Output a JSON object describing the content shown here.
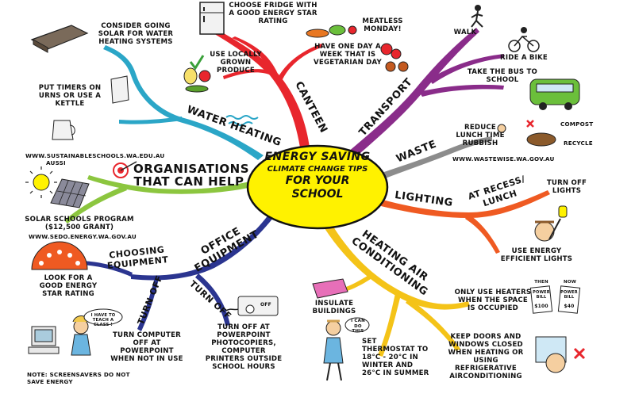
{
  "center": {
    "title": "ENERGY SAVING",
    "subtitle": "CLIMATE CHANGE TIPS",
    "line3": "FOR YOUR",
    "line4": "SCHOOL"
  },
  "branches": {
    "canteen": {
      "label": "CANTEEN",
      "tips": [
        "CHOOSE FRIDGE WITH A GOOD ENERGY STAR RATING",
        "MEATLESS MONDAY!",
        "HAVE ONE DAY A WEEK THAT IS VEGETARIAN DAY",
        "USE LOCALLY GROWN PRODUCE"
      ]
    },
    "transport": {
      "label": "TRANSPORT",
      "tips": [
        "WALK",
        "RIDE A BIKE",
        "TAKE THE BUS TO SCHOOL"
      ]
    },
    "waste": {
      "label": "WASTE",
      "tips": [
        "REDUCE LUNCH TIME RUBBISH",
        "COMPOST",
        "RECYCLE"
      ],
      "website": "WWW.WASTEWISE.WA.GOV.AU"
    },
    "lighting": {
      "label": "LIGHTING",
      "sub_label": "AT RECESS/ LUNCH",
      "tips": [
        "TURN OFF LIGHTS",
        "USE ENERGY EFFICIENT LIGHTS"
      ]
    },
    "heating": {
      "label": "HEATING AIR CONDITIONING",
      "tips": [
        "ONLY USE HEATERS WHEN THE SPACE IS OCCUPIED",
        "INSULATE BUILDINGS",
        "SET THERMOSTAT TO 18°C - 20°C IN WINTER AND 26°C IN SUMMER",
        "KEEP DOORS AND WINDOWS CLOSED WHEN HEATING OR USING REFRIGERATIVE AIRCONDITIONING"
      ],
      "bubble": "I CAN DO THIS",
      "bill_then": "THEN",
      "bill_now": "NOW",
      "bill_word": "POWER BILL",
      "bill_then_amount": "$100",
      "bill_now_amount": "$40"
    },
    "office": {
      "label": "OFFICE EQUIPMENT",
      "choosing": "CHOOSING EQUIPMENT",
      "turn_off": "TURN OFF",
      "tips": [
        "LOOK FOR A GOOD ENERGY STAR RATING",
        "TURN COMPUTER OFF AT POWERPOINT WHEN NOT IN USE",
        "TURN OFF AT POWERPOINT PHOTOCOPIERS, COMPUTER PRINTERS OUTSIDE SCHOOL HOURS"
      ],
      "note": "NOTE: SCREENSAVERS DO NOT SAVE ENERGY",
      "bubble": "I HAVE TO TEACH A CLASS !",
      "switch_label": "OFF"
    },
    "organisations": {
      "label": "ORGANISATIONS THAT CAN HELP",
      "websites": [
        "WWW.SUSTAINABLESCHOOLS.WA.EDU.AU",
        "AUSSI"
      ],
      "program": "SOLAR SCHOOLS PROGRAM ($12,500 GRANT)",
      "program_web": "WWW.SEDO.ENERGY.WA.GOV.AU"
    },
    "water": {
      "label": "WATER HEATING",
      "tips": [
        "CONSIDER GOING SOLAR FOR WATER HEATING SYSTEMS",
        "PUT TIMERS ON URNS OR USE A KETTLE"
      ]
    }
  },
  "colors": {
    "canteen": "#e8262d",
    "transport": "#8a2c8a",
    "waste": "#8c8c8c",
    "lighting": "#ef5a22",
    "heating": "#f4c318",
    "office": "#2b3590",
    "organisations": "#8cc63f",
    "water": "#2ba6c7",
    "center_fill": "#fff200"
  }
}
